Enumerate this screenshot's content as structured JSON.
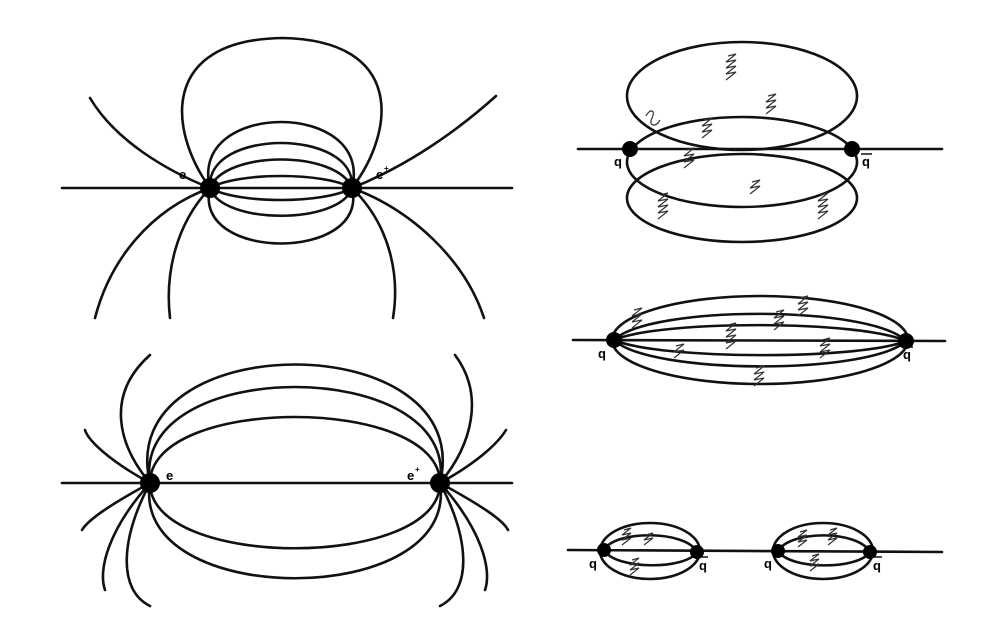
{
  "panels": {
    "dipole_close": {
      "left_charge": "e",
      "right_charge_base": "e",
      "right_charge_sup": "+"
    },
    "dipole_far": {
      "left_charge": "e",
      "right_charge_base": "e",
      "right_charge_sup": "+"
    },
    "flux_tube_1": {
      "left_quark": "q",
      "right_quark": "q"
    },
    "flux_tube_2": {
      "left_quark": "q",
      "right_quark": "q"
    },
    "string_break": {
      "pair1_left": "q",
      "pair1_right": "q",
      "pair2_left": "q",
      "pair2_right": "q"
    }
  },
  "colors": {
    "line": "#111111",
    "charge": "#000000",
    "gluon": "#333333",
    "background": "#ffffff"
  }
}
